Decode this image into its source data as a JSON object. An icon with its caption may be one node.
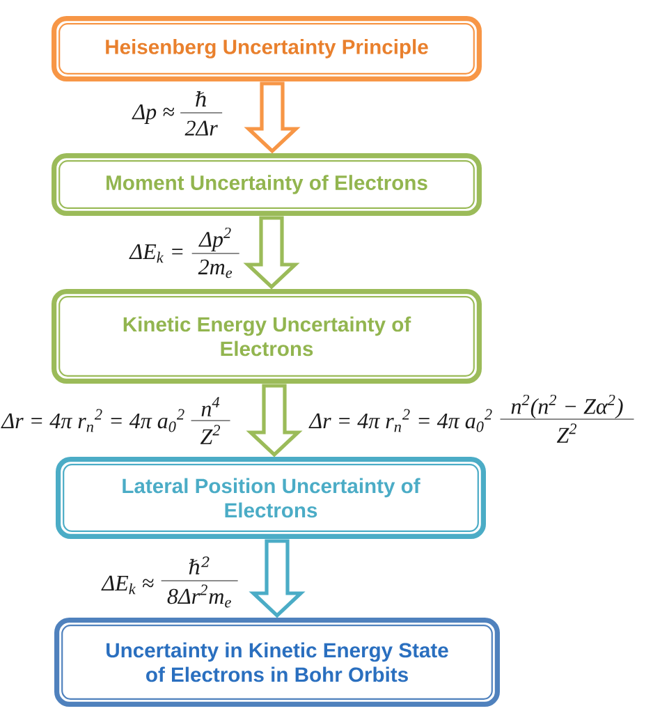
{
  "diagram": {
    "nodes": [
      {
        "text": [
          "Heisenberg Uncertainty Principle"
        ]
      },
      {
        "text": [
          "Moment Uncertainty of Electrons"
        ]
      },
      {
        "text": [
          "Kinetic Energy Uncertainty of Electrons"
        ]
      },
      {
        "text": [
          "Lateral Position Uncertainty of Electrons"
        ]
      },
      {
        "text": [
          "Uncertainty in Kinetic Energy State of Electrons in Bohr Orbits"
        ]
      }
    ],
    "edges": [
      {
        "from": 0,
        "to": 1,
        "arrow": "to",
        "color": "#f79646"
      },
      {
        "from": 1,
        "to": 2,
        "arrow": "to"
      },
      {
        "from": 2,
        "to": 3,
        "arrow": "to"
      },
      {
        "from": 3,
        "to": 4,
        "arrow": "to",
        "color": "#4bacc6"
      }
    ],
    "labels": [
      "Δp ≈",
      "ℏ",
      "2Δr",
      "ΔE$_{k}$ =",
      "Δp$^{2}$",
      "2m$_{e}$",
      "Δr = 4π r$_{n}$$^{2}$ = 4π a$_{0}$$^{2}$",
      "n$^{4}$",
      "Z$^{2}$",
      "Δr = 4π r$_{n}$$^{2}$ = 4π a$_{0}$$^{2}$",
      "n$^{2}$(n$^{2}$ − Zα$^{2}$)",
      "Z$^{2}$",
      "ΔE$_{k}$ ≈",
      "ℏ$^{2}$",
      "8Δr$^{2}$m$_{e}$"
    ]
  }
}
